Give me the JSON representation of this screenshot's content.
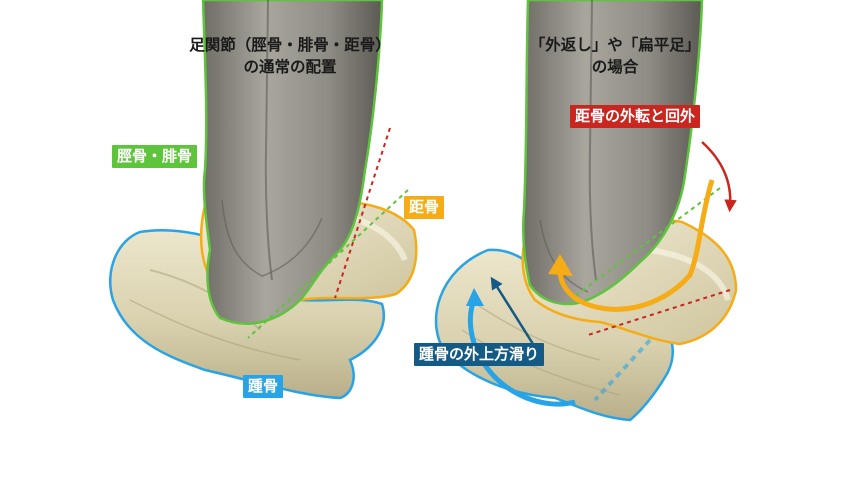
{
  "left_panel": {
    "title_line1": "足関節（脛骨・腓骨・距骨）",
    "title_line2": "の通常の配置",
    "label_tibia_fibula": "脛骨・腓骨",
    "label_talus": "距骨",
    "label_calcaneus": "踵骨"
  },
  "right_panel": {
    "title_line1": "「外返し」や「扁平足」",
    "title_line2": "の場合",
    "label_talus_motion": "距骨の外転と回外",
    "label_calcaneus_motion": "踵骨の外上方滑り"
  },
  "colors": {
    "tibia_fibula": "#5ec43c",
    "talus": "#f5ac16",
    "calcaneus": "#27a3e6",
    "talus_motion": "#c8261e",
    "calcaneus_motion": "#155a84",
    "bone": "#ddd6b6",
    "shaft": "#8f8d84"
  }
}
